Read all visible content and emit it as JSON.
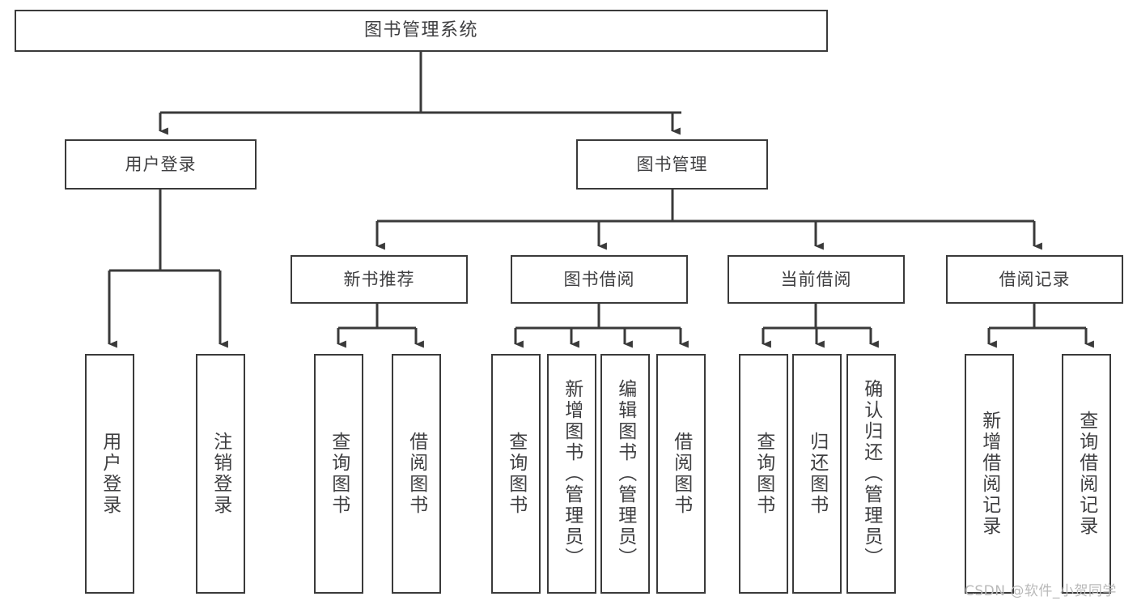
{
  "diagram": {
    "type": "tree-hierarchy",
    "title": "图书管理系统",
    "watermark": "CSDN @软件_小贺同学",
    "colors": {
      "box_border": "#3a3a3a",
      "box_fill": "#ffffff",
      "connector": "#3a3a3a",
      "text": "#3f3f41",
      "watermark": "#b9b9b9",
      "background": "#ffffff"
    },
    "levels": {
      "root": {
        "label": "图书管理系统"
      },
      "level2": [
        {
          "label": "用户登录"
        },
        {
          "label": "图书管理"
        }
      ],
      "level3": [
        {
          "label": "新书推荐"
        },
        {
          "label": "图书借阅"
        },
        {
          "label": "当前借阅"
        },
        {
          "label": "借阅记录"
        }
      ],
      "leaves": {
        "user_login": [
          {
            "label": "用户登录"
          },
          {
            "label": "注销登录"
          }
        ],
        "new_book_recommend": [
          {
            "label": "查询图书"
          },
          {
            "label": "借阅图书"
          }
        ],
        "book_borrow": [
          {
            "label": "查询图书"
          },
          {
            "label": "新增图书（管理员）"
          },
          {
            "label": "编辑图书（管理员）"
          },
          {
            "label": "借阅图书"
          }
        ],
        "current_borrow": [
          {
            "label": "查询图书"
          },
          {
            "label": "归还图书"
          },
          {
            "label": "确认归还（管理员）"
          }
        ],
        "borrow_record": [
          {
            "label": "新增借阅记录"
          },
          {
            "label": "查询借阅记录"
          }
        ]
      }
    }
  }
}
